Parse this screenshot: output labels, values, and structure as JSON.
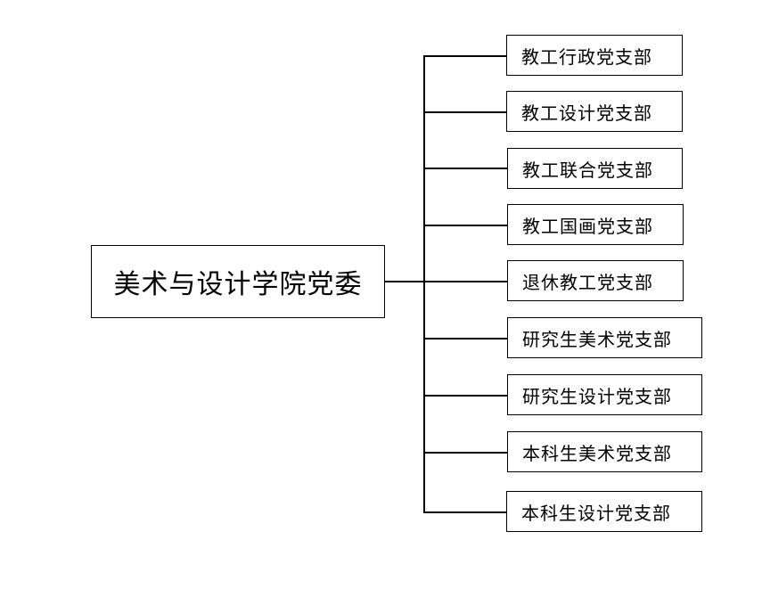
{
  "root": {
    "label": "美术与设计学院党委"
  },
  "branches": [
    {
      "label": "教工行政党支部"
    },
    {
      "label": "教工设计党支部"
    },
    {
      "label": "教工联合党支部"
    },
    {
      "label": "教工国画党支部"
    },
    {
      "label": "退休教工党支部"
    },
    {
      "label": "研究生美术党支部"
    },
    {
      "label": "研究生设计党支部"
    },
    {
      "label": "本科生美术党支部"
    },
    {
      "label": "本科生设计党支部"
    }
  ]
}
